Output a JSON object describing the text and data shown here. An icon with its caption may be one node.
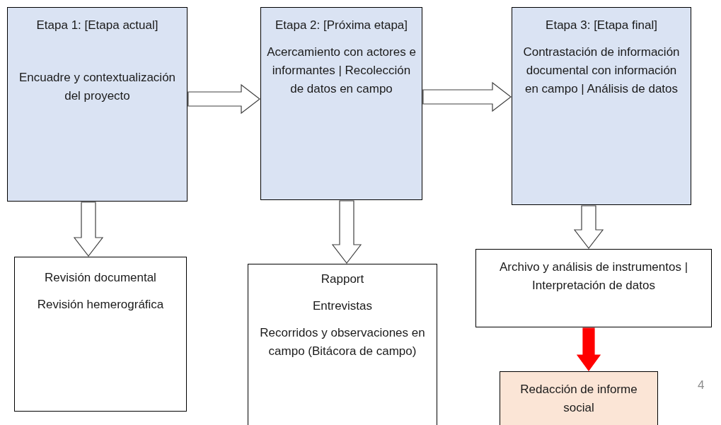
{
  "diagram": {
    "nodes": [
      {
        "text": [
          "Etapa 1: [Etapa actual]",
          "Encuadre y contextualización del proyecto"
        ]
      },
      {
        "text": [
          "Etapa 2: [Próxima etapa]",
          "Acercamiento con actores e informantes | Recolección de datos en campo"
        ]
      },
      {
        "text": [
          "Etapa 3: [Etapa final]",
          "Contrastación de información documental con información en campo | Análisis de datos"
        ]
      },
      {
        "text": [
          "Revisión documental",
          "Revisión hemerográfica"
        ]
      },
      {
        "text": [
          "Rapport",
          "Entrevistas",
          "Recorridos y observaciones en campo (Bitácora de campo)"
        ]
      },
      {
        "text": [
          "Archivo y análisis de instrumentos | Interpretación de datos"
        ]
      },
      {
        "text": [
          "Redacción de informe social"
        ]
      }
    ],
    "edges": [
      {
        "from": 0,
        "to": 1,
        "arrow": "to"
      },
      {
        "from": 1,
        "to": 2,
        "arrow": "to"
      },
      {
        "from": 0,
        "to": 3,
        "arrow": "to"
      },
      {
        "from": 1,
        "to": 4,
        "arrow": "to"
      },
      {
        "from": 2,
        "to": 5,
        "arrow": "to"
      },
      {
        "from": 5,
        "to": 6,
        "arrow": "to",
        "style": "thick",
        "color": "#ff0000"
      }
    ],
    "labels": [
      "4"
    ]
  }
}
